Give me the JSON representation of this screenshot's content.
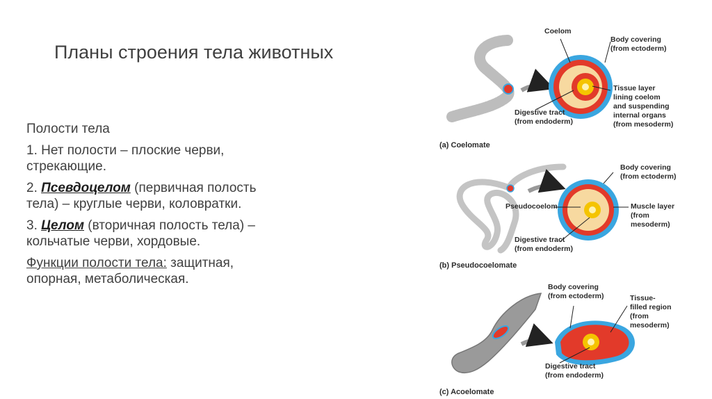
{
  "title": "Планы строения тела животных",
  "body": {
    "heading": "Полости тела",
    "item1": "1. Нет полости – плоские черви, стрекающие.",
    "item2": {
      "term": "Псевдоцелом",
      "rest": " (первичная полость тела) – круглые черви, коловратки."
    },
    "item3": {
      "prefix": "3. ",
      "term": "Целом",
      "rest": " (вторичная полость тела) – кольчатые черви, хордовые."
    },
    "functions": {
      "label": "Функции полости тела:",
      "rest": " защитная, опорная, метаболическая."
    }
  },
  "figure": {
    "a": {
      "caption": "(a) Coelomate",
      "coelom": "Coelom",
      "body_covering": [
        "Body covering",
        "(from ectoderm)"
      ],
      "tissue_layer": [
        "Tissue layer",
        "lining coelom",
        "and suspending",
        "internal organs",
        "(from mesoderm)"
      ],
      "digestive": [
        "Digestive tract",
        "(from endoderm)"
      ]
    },
    "b": {
      "caption": "(b) Pseudocoelomate",
      "body_covering": [
        "Body covering",
        "(from ectoderm)"
      ],
      "pseudocoelom": "Pseudocoelom",
      "muscle_layer": [
        "Muscle layer",
        "(from",
        "mesoderm)"
      ],
      "digestive": [
        "Digestive tract",
        "(from endoderm)"
      ]
    },
    "c": {
      "caption": "(c) Acoelomate",
      "body_covering": [
        "Body covering",
        "(from ectoderm)"
      ],
      "tissue_filled": [
        "Tissue-",
        "filled region",
        "(from",
        "mesoderm)"
      ],
      "digestive": [
        "Digestive tract",
        "(from endoderm)"
      ]
    },
    "colors": {
      "ectoderm": "#3aa6e0",
      "mesoderm": "#e23a2a",
      "endoderm": "#f5c400",
      "cavity": "#f7d9a0",
      "worm": "#c9c9c9"
    }
  }
}
